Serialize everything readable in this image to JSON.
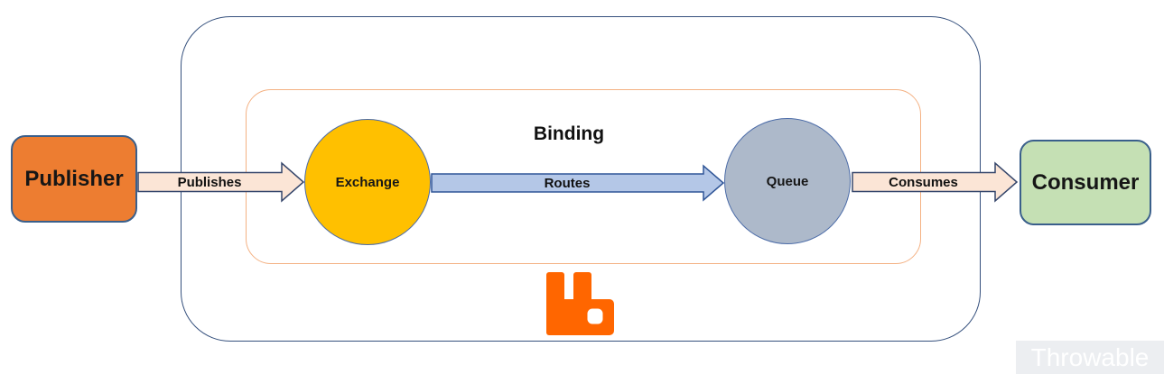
{
  "diagram": {
    "binding_label": "Binding",
    "nodes": {
      "publisher": {
        "label": "Publisher",
        "fill": "#ED7D31"
      },
      "exchange": {
        "label": "Exchange",
        "fill": "#FFC000"
      },
      "queue": {
        "label": "Queue",
        "fill": "#ADB9CA"
      },
      "consumer": {
        "label": "Consumer",
        "fill": "#C5E0B4"
      }
    },
    "flows": {
      "publishes": {
        "label": "Publishes",
        "fill": "#FBE5D6"
      },
      "routes": {
        "label": "Routes",
        "fill": "#B4C7E7"
      },
      "consumes": {
        "label": "Consumes",
        "fill": "#FBE5D6"
      }
    },
    "logo": {
      "name": "rabbitmq-logo",
      "color": "#FF6600"
    },
    "colors": {
      "node_border": "#3A5F8B",
      "circle_border": "#4C6CA8",
      "cream_arrow_border": "#35466B",
      "routes_arrow_border": "#2F5597",
      "outer_boundary_border": "#35507D",
      "inner_boundary_border": "#F4B183",
      "watermark_background": "#ECEEF1",
      "watermark_text": "#FFFFFF"
    }
  },
  "watermark": {
    "label": "Throwable"
  }
}
